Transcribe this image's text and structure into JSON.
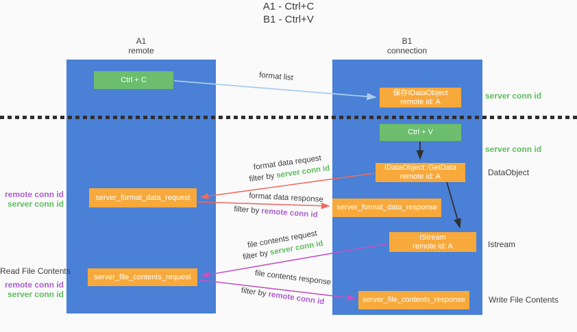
{
  "title": {
    "line1": "A1 - Ctrl+C",
    "line2": "B1 - Ctrl+V"
  },
  "columns": {
    "a": {
      "id": "A1",
      "role": "remote"
    },
    "b": {
      "id": "B1",
      "role": "connection"
    }
  },
  "boxes": {
    "ctrl_c": {
      "label": "Ctrl + C"
    },
    "save_dataobject": {
      "line1": "保存IDataObject",
      "line2": "remote id: A"
    },
    "ctrl_v": {
      "label": "Ctrl + V"
    },
    "getdata": {
      "line1": "IDataObject::GetData",
      "line2": "remote id: A"
    },
    "format_request": {
      "label": "server_format_data_request"
    },
    "format_response": {
      "label": "server_format_data_response"
    },
    "istream": {
      "line1": "IStream",
      "line2": "remote id: A"
    },
    "file_request": {
      "label": "server_file_contents_request"
    },
    "file_response": {
      "label": "server_file_contents_response"
    }
  },
  "flow_labels": {
    "format_list": "format list",
    "format_data_request": "format data request",
    "format_data_request_filter_prefix": "filter by",
    "format_data_request_filter_id": "server conn id",
    "format_data_response": "format data response",
    "format_data_response_filter_prefix": "filter by",
    "format_data_response_filter_id": "remote conn id",
    "file_contents_request": "file contents request",
    "file_contents_request_filter_prefix": "filter by",
    "file_contents_request_filter_id": "server conn id",
    "file_contents_response": "file contents response",
    "file_contents_response_filter_prefix": "filter by",
    "file_contents_response_filter_id": "remote conn id"
  },
  "annotations": {
    "server_conn_id_top": "server conn id",
    "server_conn_id_mid": "server conn id",
    "dataobject": "DataObject",
    "istream": "Istream",
    "write_file_contents": "Write File Contents",
    "read_file_contents": "Read File Contents",
    "remote_conn_id_left_upper": "remote conn id",
    "server_conn_id_left_upper": "server conn id",
    "remote_conn_id_left_lower": "remote conn id",
    "server_conn_id_left_lower": "server conn id"
  },
  "colors": {
    "column_blue": "#4a80d5",
    "box_green": "#6cbe6e",
    "box_orange": "#f7a93c",
    "arrow_light_blue": "#a8cdf0",
    "arrow_red": "#ed6a5f",
    "arrow_magenta": "#c253c2",
    "arrow_black": "#2f2f2f",
    "text_green": "#5dbd5f",
    "text_purple": "#ab5fcb"
  }
}
